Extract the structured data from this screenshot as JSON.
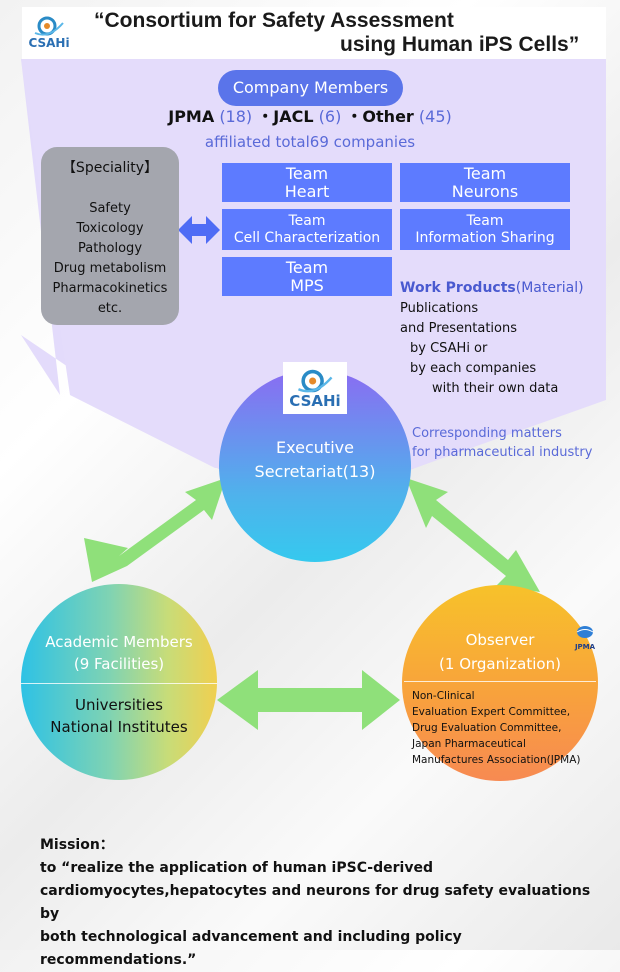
{
  "header": {
    "logo_text": "CSAHi",
    "title_line1": "“Consortium for Safety Assessment",
    "title_line2": "using Human iPS Cells”"
  },
  "company_members": {
    "pill_label": "Company Members",
    "groups": [
      {
        "name": "JPMA",
        "count": "(18)"
      },
      {
        "name": "JACL",
        "count": "(6)"
      },
      {
        "name": "Other",
        "count": "(45)"
      }
    ],
    "separator": "・",
    "affiliated": "affiliated  total69 companies"
  },
  "speciality": {
    "heading": "【Speciality】",
    "items": [
      "Safety",
      "Toxicology",
      "Pathology",
      "Drug metabolism",
      "Pharmacokinetics",
      "etc."
    ]
  },
  "teams": [
    {
      "line1": "Team",
      "line2": "Heart"
    },
    {
      "line1": "Team",
      "line2": "Neurons"
    },
    {
      "line1": "Team",
      "line2": "Cell Characterization"
    },
    {
      "line1": "Team",
      "line2": "Information Sharing"
    },
    {
      "line1": "Team",
      "line2": "MPS"
    }
  ],
  "work_products": {
    "label": "Work Products",
    "material": "(Material)",
    "lines": [
      "Publications",
      "and Presentations",
      "by CSAHi or",
      "by each companies",
      "with their own data"
    ]
  },
  "executive": {
    "logo_text": "CSAHi",
    "line1": "Executive",
    "line2": "Secretariat(13)"
  },
  "corresponding": {
    "line1": "Corresponding matters",
    "line2": "for pharmaceutical industry"
  },
  "academic": {
    "line1": "Academic Members",
    "line2": "(9 Facilities)",
    "line3": "Universities",
    "line4": "National Institutes"
  },
  "observer": {
    "logo_text": "JPMA",
    "line1": "Observer",
    "line2": "(1 Organization)",
    "details": [
      "Non-Clinical",
      "Evaluation Expert Committee,",
      "Drug Evaluation Committee,",
      "Japan Pharmaceutical",
      "Manufactures  Association(JPMA)"
    ]
  },
  "mission": {
    "label": "Mission：",
    "lines": [
      "to “realize the application of human iPSC-derived",
      "cardiomyocytes,hepatocytes and neurons for drug safety evaluations by",
      "both technological advancement and including policy recommendations.”"
    ]
  },
  "colors": {
    "funnel": "#e4dcfb",
    "team_blue": "#5d7bff",
    "pill_blue": "#5a74ea",
    "accent_text": "#5a6ad8",
    "arrow_green": "#8fe07a",
    "speciality_gray": "#a4a6ae"
  }
}
